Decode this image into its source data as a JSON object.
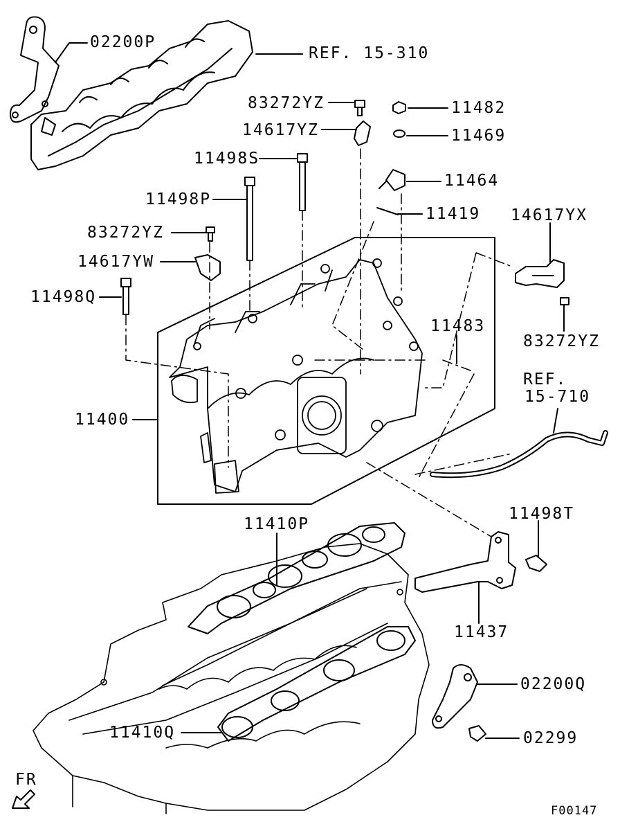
{
  "diagram": {
    "code": "F00147",
    "direction_label": "FR",
    "parts": {
      "p02200P": "02200P",
      "ref15310": "REF. 15-310",
      "p83272YZ_top": "83272YZ",
      "p11482": "11482",
      "p14617YZ": "14617YZ",
      "p11469": "11469",
      "p11498S": "11498S",
      "p11464": "11464",
      "p11498P": "11498P",
      "p11419": "11419",
      "p14617YX": "14617YX",
      "p83272YZ_mid": "83272YZ",
      "p14617YW": "14617YW",
      "p11498Q": "11498Q",
      "p11483": "11483",
      "p83272YZ_right": "83272YZ",
      "ref15710_a": "REF.",
      "ref15710_b": "15-710",
      "p11400": "11400",
      "p11498T": "11498T",
      "p11410P": "11410P",
      "p11437": "11437",
      "p02200Q": "02200Q",
      "p11410Q": "11410Q",
      "p02299": "02299"
    }
  }
}
